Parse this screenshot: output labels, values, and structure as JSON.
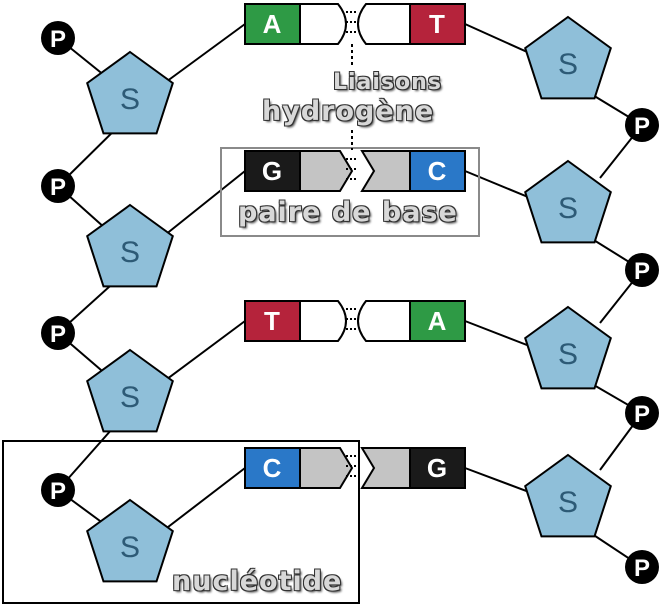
{
  "colors": {
    "sugar_fill": "#8fbfd9",
    "adenine": "#2e9a45",
    "thymine": "#b5233b",
    "guanine": "#1a1a1a",
    "cytosine": "#2a78c8",
    "connector_gray": "#c4c4c4",
    "phosphate": "#000000"
  },
  "labels": {
    "sugar": "S",
    "phosphate": "P",
    "hydrogen_line1": "Liaisons",
    "hydrogen_line2": "hydrogène",
    "base_pair": "paire de base",
    "nucleotide": "nucléotide"
  },
  "base_pairs": [
    {
      "left": "A",
      "right": "T",
      "connector": "white"
    },
    {
      "left": "G",
      "right": "C",
      "connector": "gray"
    },
    {
      "left": "T",
      "right": "A",
      "connector": "white"
    },
    {
      "left": "C",
      "right": "G",
      "connector": "gray"
    }
  ]
}
